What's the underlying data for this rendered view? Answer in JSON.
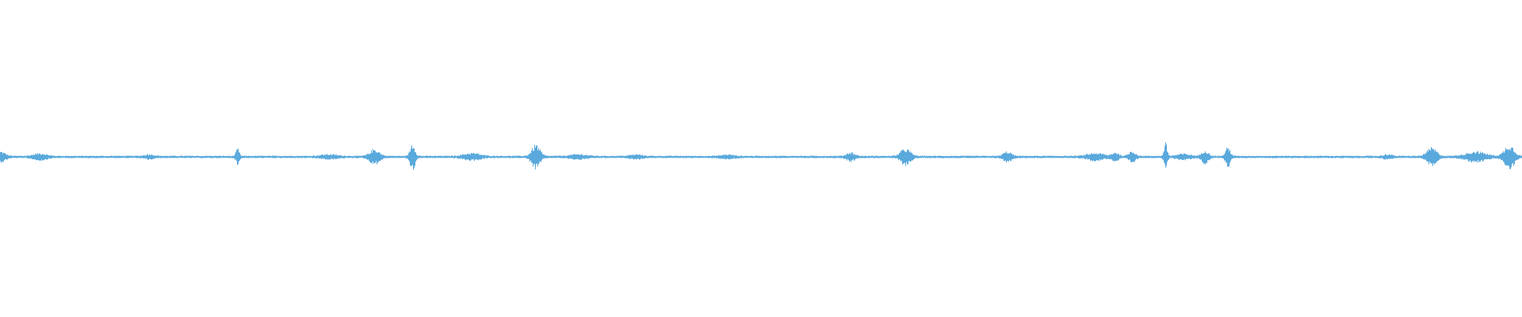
{
  "waveform": {
    "wave_color": "#5aa9dc",
    "background_color": "#ffffff",
    "amplitude_range": [
      -1,
      1
    ],
    "duration_fraction_axis": [
      0,
      1
    ],
    "baseline_amplitude": 0.008,
    "bursts": [
      {
        "t": 0.0,
        "amp": 0.03,
        "width": 0.006
      },
      {
        "t": 0.026,
        "amp": 0.018,
        "width": 0.008
      },
      {
        "t": 0.098,
        "amp": 0.012,
        "width": 0.006
      },
      {
        "t": 0.156,
        "amp": 0.05,
        "width": 0.002
      },
      {
        "t": 0.216,
        "amp": 0.012,
        "width": 0.01
      },
      {
        "t": 0.246,
        "amp": 0.045,
        "width": 0.006
      },
      {
        "t": 0.271,
        "amp": 0.085,
        "width": 0.003
      },
      {
        "t": 0.31,
        "amp": 0.02,
        "width": 0.01
      },
      {
        "t": 0.352,
        "amp": 0.075,
        "width": 0.005
      },
      {
        "t": 0.38,
        "amp": 0.012,
        "width": 0.01
      },
      {
        "t": 0.418,
        "amp": 0.01,
        "width": 0.008
      },
      {
        "t": 0.478,
        "amp": 0.01,
        "width": 0.008
      },
      {
        "t": 0.559,
        "amp": 0.025,
        "width": 0.005
      },
      {
        "t": 0.595,
        "amp": 0.05,
        "width": 0.006
      },
      {
        "t": 0.662,
        "amp": 0.03,
        "width": 0.005
      },
      {
        "t": 0.72,
        "amp": 0.02,
        "width": 0.01
      },
      {
        "t": 0.733,
        "amp": 0.025,
        "width": 0.004
      },
      {
        "t": 0.744,
        "amp": 0.035,
        "width": 0.004
      },
      {
        "t": 0.766,
        "amp": 0.085,
        "width": 0.002
      },
      {
        "t": 0.778,
        "amp": 0.015,
        "width": 0.008
      },
      {
        "t": 0.792,
        "amp": 0.04,
        "width": 0.004
      },
      {
        "t": 0.807,
        "amp": 0.06,
        "width": 0.003
      },
      {
        "t": 0.912,
        "amp": 0.012,
        "width": 0.005
      },
      {
        "t": 0.941,
        "amp": 0.055,
        "width": 0.006
      },
      {
        "t": 0.97,
        "amp": 0.03,
        "width": 0.012
      },
      {
        "t": 0.992,
        "amp": 0.075,
        "width": 0.006
      }
    ]
  }
}
